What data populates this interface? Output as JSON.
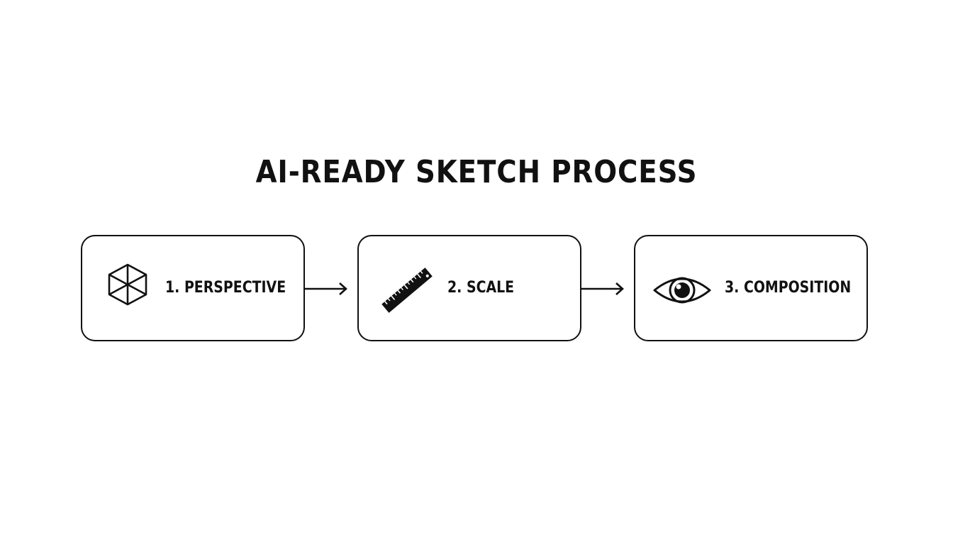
{
  "title": "AI-READY SKETCH PROCESS",
  "steps": [
    {
      "label": "1. PERSPECTIVE",
      "icon": "cube-icon"
    },
    {
      "label": "2. SCALE",
      "icon": "ruler-icon"
    },
    {
      "label": "3. COMPOSITION",
      "icon": "eye-icon"
    }
  ]
}
